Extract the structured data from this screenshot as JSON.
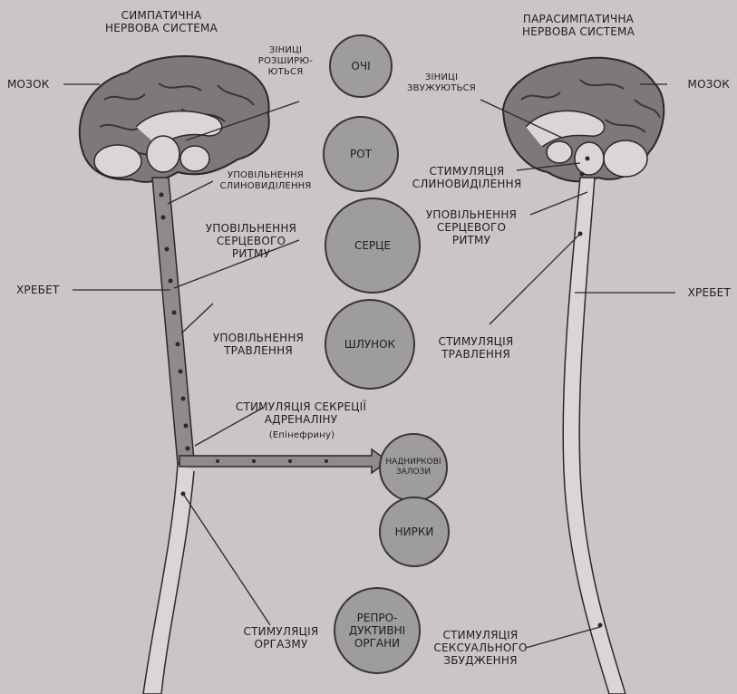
{
  "sympathetic": {
    "title": "СИМПАТИЧНА\nНЕРВОВА СИСТЕМА",
    "brain": "МОЗОК",
    "pupils": "ЗІНИЦІ\nРОЗШИРЮ-\nЮТЬСЯ",
    "saliva": "УПОВІЛЬНЕННЯ\nСЛИНОВИДІЛЕННЯ",
    "heart": "УПОВІЛЬНЕННЯ\nСЕРЦЕВОГО\nРИТМУ",
    "spine": "ХРЕБЕТ",
    "digestion": "УПОВІЛЬНЕННЯ\nТРАВЛЕННЯ",
    "adrenaline": "СТИМУЛЯЦІЯ СЕКРЕЦІЇ\nАДРЕНАЛІНУ",
    "epinephrine": "(Епінефрину)",
    "orgasm": "СТИМУЛЯЦІЯ\nОРГАЗМУ"
  },
  "parasympathetic": {
    "title": "ПАРАСИМПАТИЧНА\nНЕРВОВА СИСТЕМА",
    "brain": "МОЗОК",
    "pupils": "ЗІНИЦІ\nЗВУЖУЮТЬСЯ",
    "saliva": "СТИМУЛЯЦІЯ\nСЛИНОВИДІЛЕННЯ",
    "heart": "УПОВІЛЬНЕННЯ\nСЕРЦЕВОГО\nРИТМУ",
    "spine": "ХРЕБЕТ",
    "digestion": "СТИМУЛЯЦІЯ\nТРАВЛЕННЯ",
    "arousal": "СТИМУЛЯЦІЯ\nСЕКСУАЛЬНОГО\nЗБУДЖЕННЯ"
  },
  "organs": {
    "eyes": "ОЧІ",
    "mouth": "РОТ",
    "heart": "СЕРЦЕ",
    "stomach": "ШЛУНОК",
    "adrenal": "НАДНИРКОВІ\nЗАЛОЗИ",
    "kidneys": "НИРКИ",
    "reproductive": "РЕПРО-\nДУКТИВНІ\nОРГАНИ"
  },
  "colors": {
    "background": "#c9c6c5",
    "organ_fill": "#9f9c9c",
    "spine_fill": "#8f8b8a",
    "line": "#2b2828"
  }
}
